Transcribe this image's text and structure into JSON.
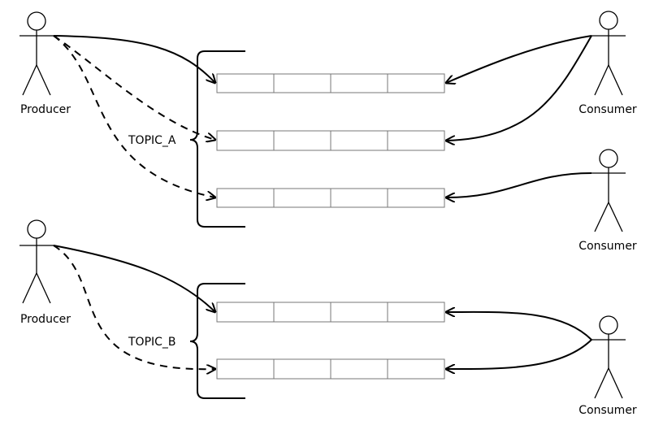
{
  "diagram": {
    "producer_label": "Producer",
    "consumer_label": "Consumer",
    "topics": [
      {
        "name": "TOPIC_A",
        "queue_count": 3
      },
      {
        "name": "TOPIC_B",
        "queue_count": 2
      }
    ],
    "cells_per_queue": 4,
    "actors": {
      "producers": [
        "Producer",
        "Producer"
      ],
      "consumers": [
        "Consumer",
        "Consumer",
        "Consumer"
      ]
    }
  }
}
